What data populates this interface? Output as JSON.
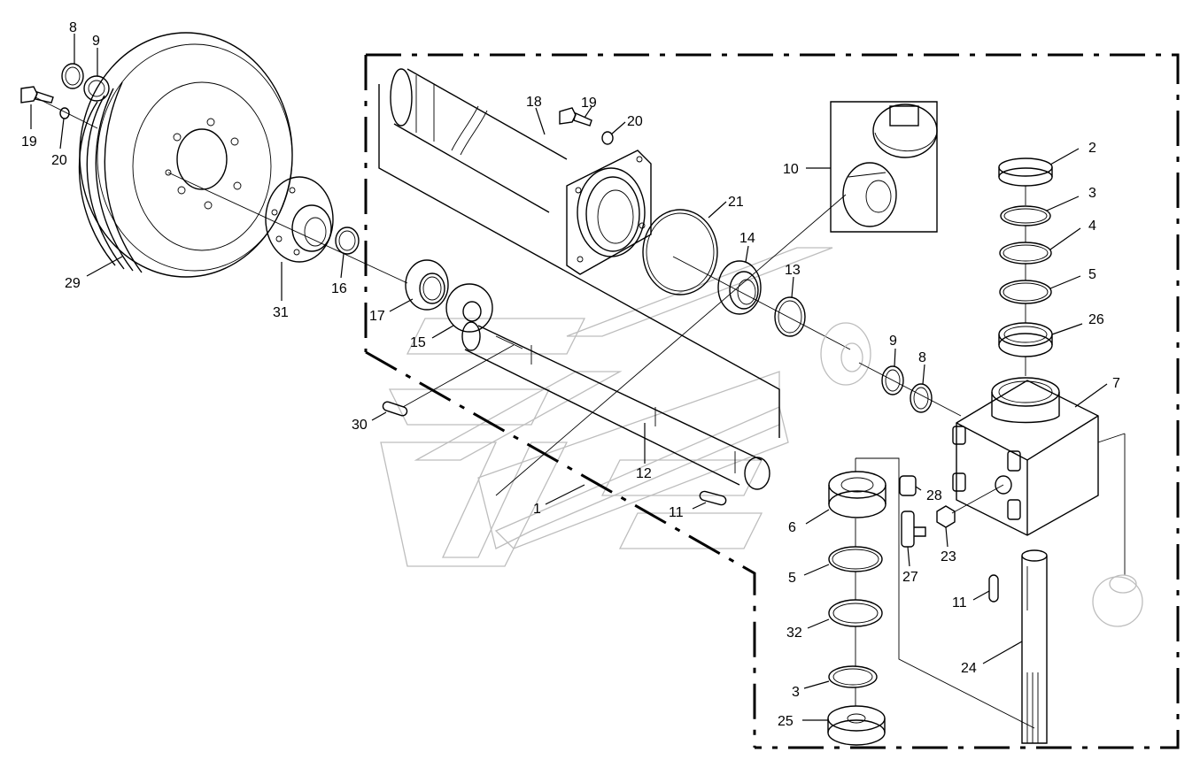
{
  "callouts": [
    {
      "id": "c8a",
      "text": "8"
    },
    {
      "id": "c9a",
      "text": "9"
    },
    {
      "id": "c19a",
      "text": "19"
    },
    {
      "id": "c20a",
      "text": "20"
    },
    {
      "id": "c29",
      "text": "29"
    },
    {
      "id": "c31",
      "text": "31"
    },
    {
      "id": "c16",
      "text": "16"
    },
    {
      "id": "c17",
      "text": "17"
    },
    {
      "id": "c15",
      "text": "15"
    },
    {
      "id": "c30",
      "text": "30"
    },
    {
      "id": "c18",
      "text": "18"
    },
    {
      "id": "c19b",
      "text": "19"
    },
    {
      "id": "c20b",
      "text": "20"
    },
    {
      "id": "c21",
      "text": "21"
    },
    {
      "id": "c14",
      "text": "14"
    },
    {
      "id": "c13",
      "text": "13"
    },
    {
      "id": "c10",
      "text": "10"
    },
    {
      "id": "c12",
      "text": "12"
    },
    {
      "id": "c1",
      "text": "1"
    },
    {
      "id": "c11a",
      "text": "11"
    },
    {
      "id": "c9b",
      "text": "9"
    },
    {
      "id": "c8b",
      "text": "8"
    },
    {
      "id": "c2",
      "text": "2"
    },
    {
      "id": "c3a",
      "text": "3"
    },
    {
      "id": "c4",
      "text": "4"
    },
    {
      "id": "c5a",
      "text": "5"
    },
    {
      "id": "c26",
      "text": "26"
    },
    {
      "id": "c7",
      "text": "7"
    },
    {
      "id": "c6",
      "text": "6"
    },
    {
      "id": "c28",
      "text": "28"
    },
    {
      "id": "c23",
      "text": "23"
    },
    {
      "id": "c27",
      "text": "27"
    },
    {
      "id": "c5b",
      "text": "5"
    },
    {
      "id": "c32",
      "text": "32"
    },
    {
      "id": "c3b",
      "text": "3"
    },
    {
      "id": "c25",
      "text": "25"
    },
    {
      "id": "c11b",
      "text": "11"
    },
    {
      "id": "c24",
      "text": "24"
    }
  ]
}
